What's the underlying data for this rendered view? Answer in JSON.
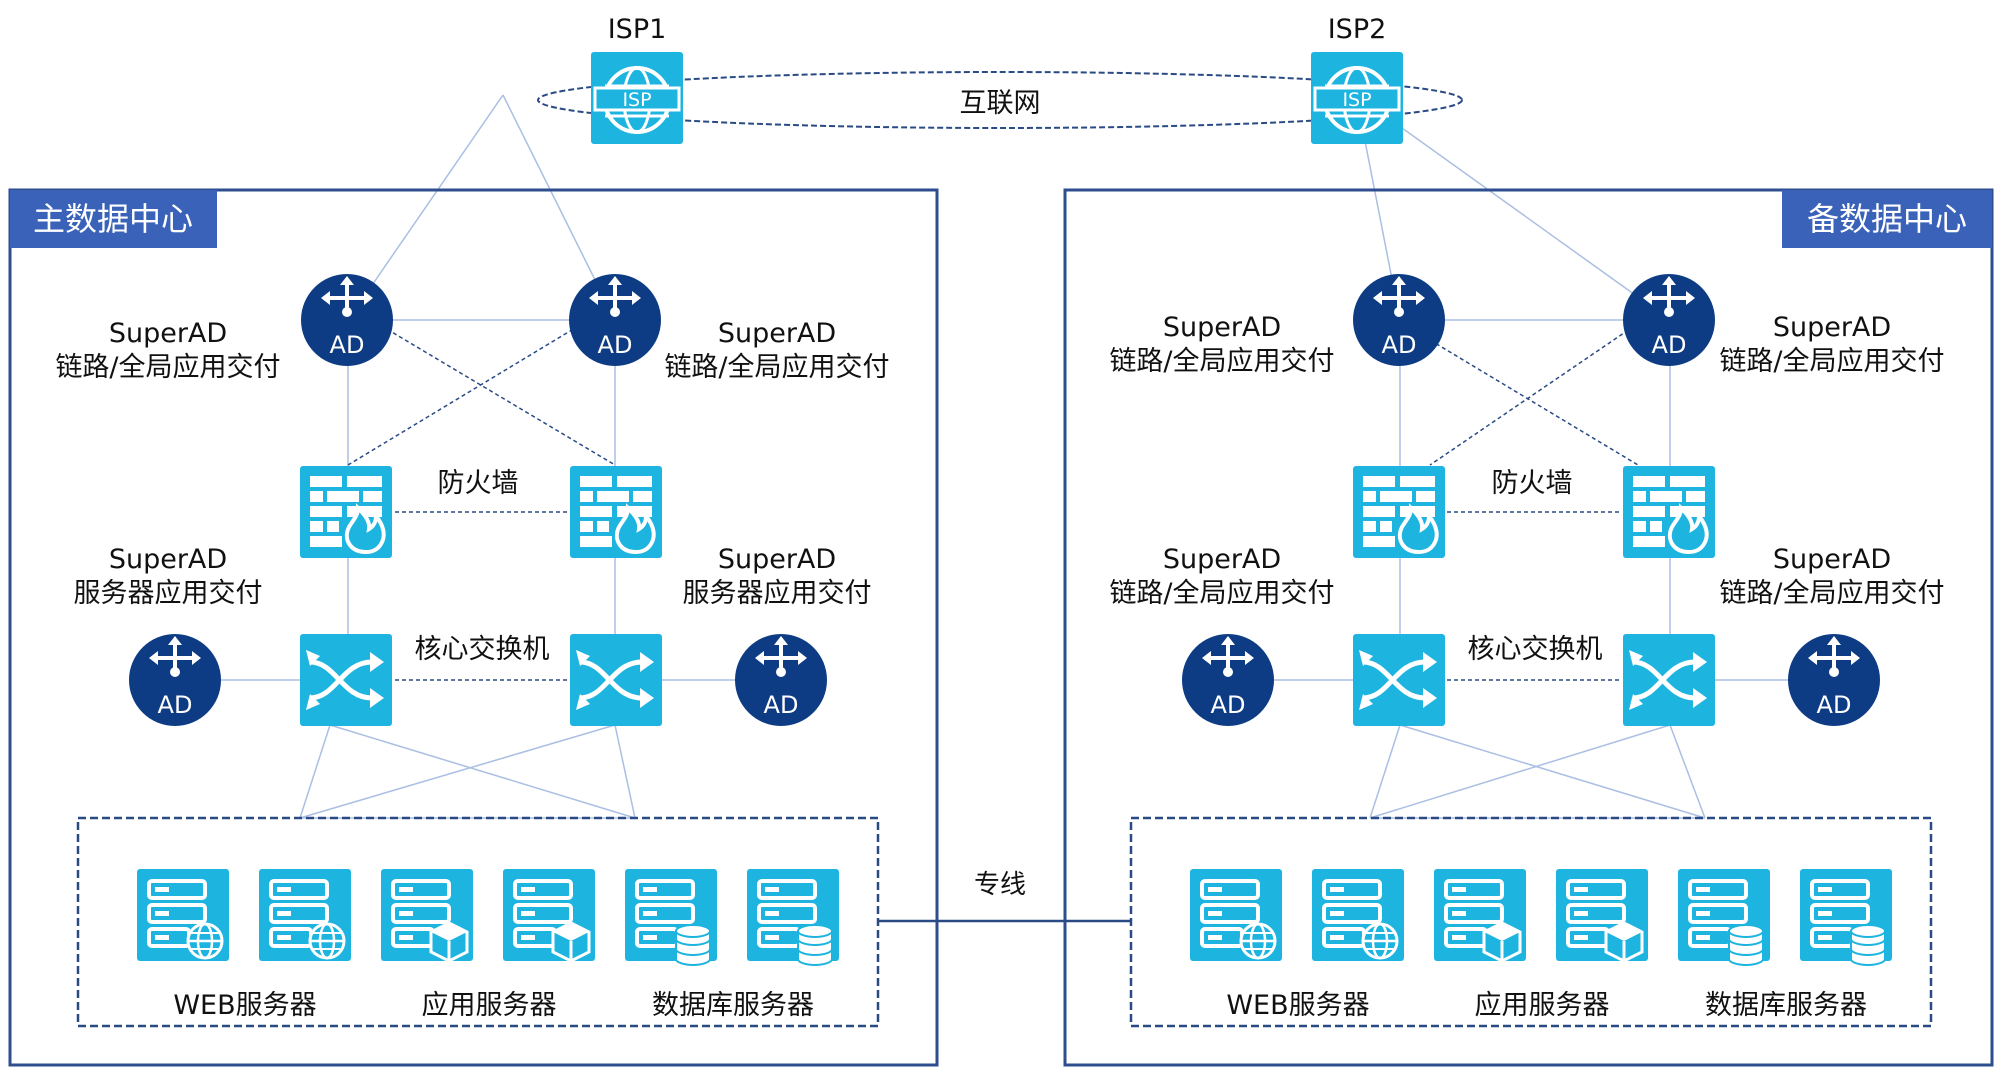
{
  "isp": {
    "left": "ISP1",
    "right": "ISP2",
    "badge": "ISP"
  },
  "internet_label": "互联网",
  "datacenters": {
    "primary": {
      "title": "主数据中心"
    },
    "backup": {
      "title": "备数据中心"
    }
  },
  "labels": {
    "superad": "SuperAD",
    "link_global_delivery": "链路/全局应用交付",
    "server_delivery": "服务器应用交付",
    "firewall": "防火墙",
    "core_switch": "核心交换机",
    "web_servers": "WEB服务器",
    "app_servers": "应用服务器",
    "db_servers": "数据库服务器",
    "leased_line": "专线"
  },
  "icons": {
    "ad_text": "AD"
  },
  "colors": {
    "frame": "#2e4e8f",
    "title_bg": "#3a62b8",
    "icon_cyan": "#1eb4e0",
    "ad_navy": "#0d3c84",
    "link_line": "#aabfe2",
    "dash_line": "#2a4a86"
  }
}
